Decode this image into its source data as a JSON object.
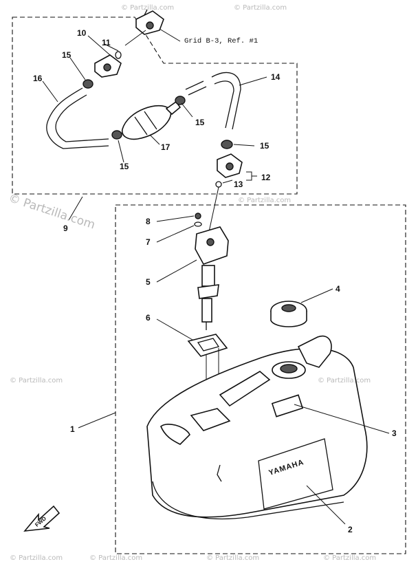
{
  "watermarks": {
    "top_left": "© Partzilla.com",
    "top_right": "© Partzilla.com",
    "upper_left": "© Partzilla.com",
    "upper_right": "© Partzilla.com",
    "mid_left": "© Partzilla.com",
    "mid_right": "© Partzilla.com",
    "lower_left": "© Partzilla.com",
    "lower_right": "© Partzilla.com",
    "bottom_left": "© Partzilla.com",
    "bottom_right": "© Partzilla.com"
  },
  "reference_note": "Grid B-3,  Ref. #1",
  "callouts": {
    "c1": "1",
    "c2": "2",
    "c3": "3",
    "c4": "4",
    "c5": "5",
    "c6": "6",
    "c7": "7",
    "c8": "8",
    "c9": "9",
    "c10": "10",
    "c11": "11",
    "c12": "12",
    "c13": "13",
    "c14": "14",
    "c15a": "15",
    "c15b": "15",
    "c15c": "15",
    "c15d": "15",
    "c16": "16",
    "c17": "17"
  },
  "labels": {
    "fwd": "FWD",
    "brand": "YAMAHA"
  },
  "icons": {
    "fwd_arrow": "fwd-arrow-icon"
  }
}
